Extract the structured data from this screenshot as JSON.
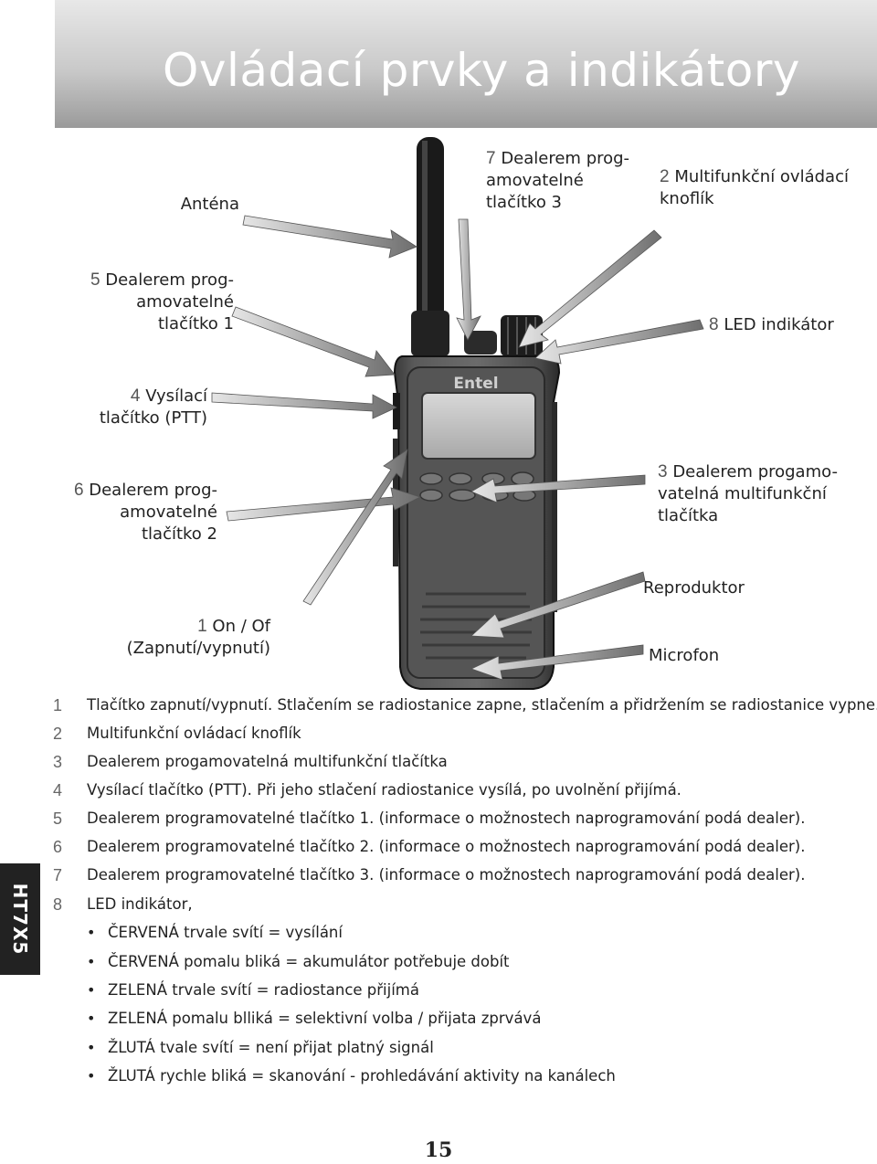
{
  "header": {
    "title": "Ovládací prvky a indikátory"
  },
  "labels": {
    "antena": "Anténa",
    "l7_num": "7",
    "l7_a": "Dealerem prog-",
    "l7_b": "amovatelné",
    "l7_c": "tlačítko  3",
    "l2_num": "2",
    "l2_a": "Multifunkční ovládací",
    "l2_b": "knoflík",
    "l5_num": "5",
    "l5_a": "Dealerem prog-",
    "l5_b": "amovatelné",
    "l5_c": "tlačítko  1",
    "l8_num": "8",
    "l8_a": "LED indikátor",
    "l4_num": "4",
    "l4_a": "Vysílací",
    "l4_b": "tlačítko (PTT)",
    "l6_num": "6",
    "l6_a": "Dealerem prog-",
    "l6_b": "amovatelné",
    "l6_c": "tlačítko  2",
    "l3_num": "3",
    "l3_a": "Dealerem progamo-",
    "l3_b": "vatelná multifunkční",
    "l3_c": "tlačítka",
    "reproduktor": "Reproduktor",
    "l1_num": "1",
    "l1_a": "On / Of",
    "l1_b": "(Zapnutí/vypnutí)",
    "microfon": "Microfon",
    "brand": "Entel"
  },
  "items": [
    {
      "num": "1",
      "text": "Tlačítko zapnutí/vypnutí. Stlačením se radiostanice zapne,  stlačením a přidržením  se radiostanice vypne."
    },
    {
      "num": "2",
      "text": "Multifunkční ovládací knoflík"
    },
    {
      "num": "3",
      "text": "Dealerem progamovatelná multifunkční tlačítka"
    },
    {
      "num": "4",
      "text": "Vysílací tlačítko (PTT).  Při jeho stlačení radiostanice vysílá,  po uvolnění přijímá."
    },
    {
      "num": "5",
      "text": "Dealerem programovatelné tlačítko 1. (informace o možnostech naprogramování podá dealer)."
    },
    {
      "num": "6",
      "text": "Dealerem programovatelné tlačítko 2. (informace o možnostech naprogramování podá dealer)."
    },
    {
      "num": "7",
      "text": "Dealerem programovatelné tlačítko 3. (informace o možnostech naprogramování podá dealer)."
    },
    {
      "num": "8",
      "text": "LED indikátor,"
    }
  ],
  "bullets": [
    "ČERVENÁ trvale svítí =  vysílání",
    "ČERVENÁ pomalu bliká = akumulátor potřebuje dobít",
    "ZELENÁ trvale svítí  = radiostance přijímá",
    "ZELENÁ pomalu blliká = selektivní volba / přijata zprvává",
    "ŽLUTÁ tvale svítí = není přijat platný signál",
    "ŽLUTÁ rychle bliká = skanování - prohledávání aktivity na kanálech"
  ],
  "bullet_symbol": "•",
  "side_tab": "HT7X5",
  "page_number": "15"
}
